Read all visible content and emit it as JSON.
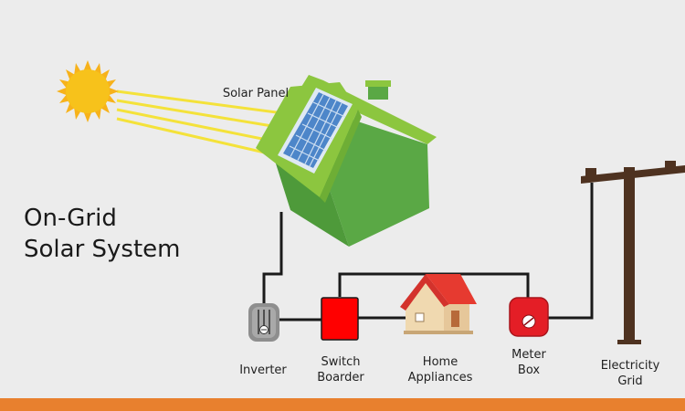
{
  "title": {
    "line1": "On-Grid",
    "line2": "Solar System"
  },
  "labels": {
    "solar_panel": "Solar Panel",
    "inverter": "Inverter",
    "switch_line1": "Switch",
    "switch_line2": "Boarder",
    "home_line1": "Home",
    "home_line2": "Appliances",
    "meter_line1": "Meter",
    "meter_line2": "Box",
    "grid_line1": "Electricity",
    "grid_line2": "Grid"
  },
  "colors": {
    "background": "#ececec",
    "sun": "#f7c21b",
    "sun_rays": "#f4e23a",
    "house_green": "#5aa845",
    "roof_green": "#8cc63f",
    "panel_blue": "#4d86c9",
    "switch_red": "#ff0000",
    "meter_red": "#e41e26",
    "pole_brown": "#4e3220",
    "wire": "#1a1a1a",
    "bottom_bar": "#e8802e"
  }
}
